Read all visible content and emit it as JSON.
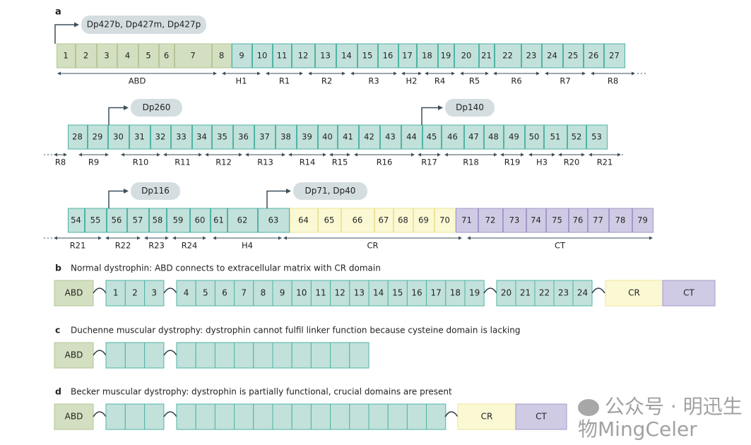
{
  "panel_a": {
    "letter": "a",
    "rows": [
      {
        "exons": [
          "1",
          "2",
          "3",
          "4",
          "5",
          "6",
          "7",
          "8",
          "9",
          "10",
          "11",
          "12",
          "13",
          "14",
          "15",
          "16",
          "17",
          "18",
          "19",
          "20",
          "21",
          "22",
          "23",
          "24",
          "25",
          "26",
          "27"
        ],
        "domains": [
          "ABD",
          "H1",
          "R1",
          "R2",
          "R3",
          "H2",
          "R4",
          "R5",
          "R6",
          "R7",
          "R8"
        ]
      },
      {
        "exons": [
          "28",
          "29",
          "30",
          "31",
          "32",
          "33",
          "34",
          "35",
          "36",
          "37",
          "38",
          "39",
          "40",
          "41",
          "42",
          "43",
          "44",
          "45",
          "46",
          "47",
          "48",
          "49",
          "50",
          "51",
          "52",
          "53"
        ],
        "domains": [
          "R8",
          "R9",
          "R10",
          "R11",
          "R12",
          "R13",
          "R14",
          "R15",
          "R16",
          "R17",
          "R18",
          "R19",
          "H3",
          "R20",
          "R21"
        ]
      },
      {
        "exons": [
          "54",
          "55",
          "56",
          "57",
          "58",
          "59",
          "60",
          "61",
          "62",
          "63",
          "64",
          "65",
          "66",
          "67",
          "68",
          "69",
          "70",
          "71",
          "72",
          "73",
          "74",
          "75",
          "76",
          "77",
          "78",
          "79"
        ],
        "domains": [
          "R21",
          "R22",
          "R23",
          "R24",
          "H4",
          "CR",
          "CT"
        ]
      }
    ],
    "promoters": [
      "Dp427b, Dp427m, Dp427p",
      "Dp260",
      "Dp140",
      "Dp116",
      "Dp71, Dp40"
    ]
  },
  "panel_b": {
    "letter": "b",
    "caption": "Normal dystrophin: ABD connects to extracellular matrix with CR domain",
    "labels": [
      "ABD",
      "1",
      "2",
      "3",
      "4",
      "5",
      "6",
      "7",
      "8",
      "9",
      "10",
      "11",
      "12",
      "13",
      "14",
      "15",
      "16",
      "17",
      "18",
      "19",
      "20",
      "21",
      "22",
      "23",
      "24",
      "CR",
      "CT"
    ]
  },
  "panel_c": {
    "letter": "c",
    "caption": "Duchenne muscular dystrophy: dystrophin cannot fulfil linker function because cysteine domain is lacking",
    "labels": [
      "ABD"
    ]
  },
  "panel_d": {
    "letter": "d",
    "caption": "Becker muscular dystrophy: dystrophin is partially functional, crucial domains are present",
    "labels": [
      "ABD",
      "CR",
      "CT"
    ]
  },
  "watermark": "公众号 · 明迅生物MingCeler",
  "colors": {
    "abd": "#d3dfc1",
    "abd_stroke": "#b3c694",
    "rod": "#c2e1db",
    "rod_stroke": "#4fb3a5",
    "cr": "#fbf8d4",
    "cr_stroke": "#ece59a",
    "ct": "#d0cbe4",
    "ct_stroke": "#a597ca",
    "bubble": "#d4dee1",
    "line": "#3d4f5a"
  }
}
